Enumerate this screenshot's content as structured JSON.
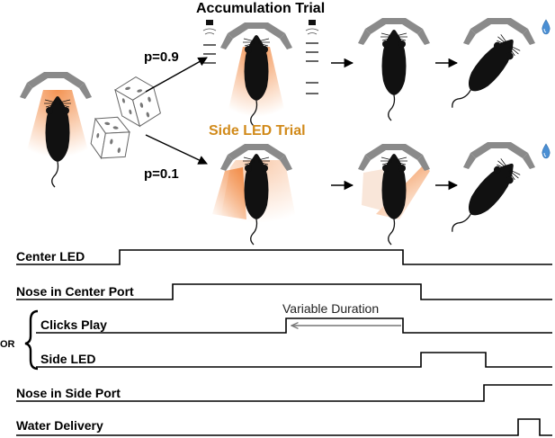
{
  "colors": {
    "port": "#8a8a8a",
    "mouse": "#111111",
    "led_glow": "#f07a2a",
    "side_led_title": "#d18a1a",
    "water_drop": "#4a8fd4",
    "trace": "#000000"
  },
  "top": {
    "branch_accumulation": {
      "probability": "p=0.9",
      "title": "Accumulation Trial"
    },
    "branch_side_led": {
      "probability": "p=0.1",
      "title": "Side LED Trial"
    }
  },
  "timing": {
    "brace_label": "OR",
    "variable_duration": "Variable Duration",
    "signals": [
      {
        "label": "Center LED"
      },
      {
        "label": "Nose in Center Port"
      },
      {
        "label": "Clicks Play"
      },
      {
        "label": "Side LED"
      },
      {
        "label": "Nose in Side Port"
      },
      {
        "label": "Water Delivery"
      }
    ]
  },
  "icons": {
    "dice": "dice-icon",
    "speaker": "speaker-icon",
    "drop": "water-drop-icon"
  }
}
